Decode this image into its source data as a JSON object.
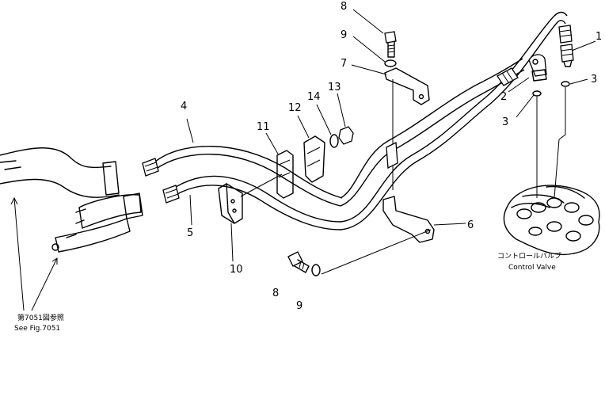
{
  "callouts": {
    "c1": "1",
    "c2": "2",
    "c3a": "3",
    "c3b": "3",
    "c4": "4",
    "c5": "5",
    "c6": "6",
    "c7": "7",
    "c8a": "8",
    "c8b": "8",
    "c9a": "9",
    "c9b": "9",
    "c10": "10",
    "c11": "11",
    "c12": "12",
    "c13": "13",
    "c14": "14"
  },
  "notes": {
    "see_fig_jp": "第7051図参照",
    "see_fig_en": "See Fig.7051",
    "control_valve_jp": "コントロールバルブ",
    "control_valve_en": "Control Valve"
  }
}
